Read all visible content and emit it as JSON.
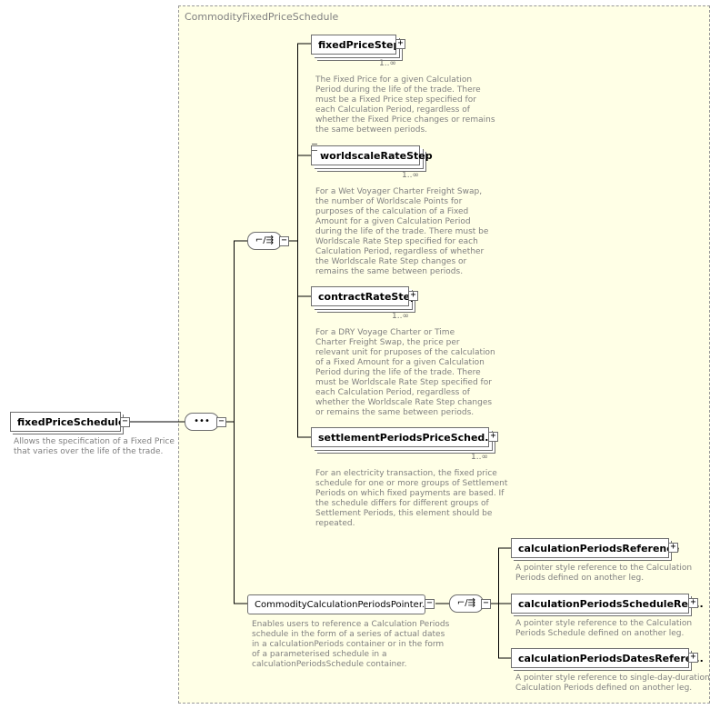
{
  "root": {
    "name": "fixedPriceSchedule",
    "annotation": "Allows the specification of a Fixed Price\nthat varies over the life of the trade."
  },
  "group": {
    "title": "CommodityFixedPriceSchedule"
  },
  "compositors": {
    "sequence_symbol": "•••",
    "choice_symbol": "⌐/⇶"
  },
  "fixed_price_choice": [
    {
      "name": "fixedPriceStep",
      "cardinality": "1..∞",
      "annotation": "The Fixed Price for a given Calculation\nPeriod during the life of the trade. There\nmust be a Fixed Price step specified for\neach Calculation Period, regardless of\nwhether the Fixed Price changes or remains\nthe same between periods."
    },
    {
      "name": "worldscaleRateStep",
      "cardinality": "1..∞",
      "annotation": "For a Wet Voyager Charter Freight Swap,\nthe number of Worldscale Points for\npurposes of the calculation of a Fixed\nAmount for a given Calculation Period\nduring the life of the trade. There must be\nWorldscale Rate Step specified for each\nCalculation Period, regardless of whether\nthe Worldscale Rate Step changes or\nremains the same between periods."
    },
    {
      "name": "contractRateStep",
      "cardinality": "1..∞",
      "annotation": "For a DRY Voyage Charter or Time\nCharter Freight Swap, the price per\nrelevant unit for pruposes of the calculation\nof a Fixed Amount for a given Calculation\nPeriod during the life of the trade. There\nmust be Worldscale Rate Step specified for\neach Calculation Period, regardless of\nwhether the Worldscale Rate Step changes\nor remains the same between periods."
    },
    {
      "name": "settlementPeriodsPriceSched...",
      "cardinality": "1..∞",
      "annotation": "For an electricity transaction, the fixed price\nschedule for one or more groups of Settlement\nPeriods on which fixed payments are based. If\nthe schedule differs for different groups of\nSettlement Periods, this element should be\nrepeated."
    }
  ],
  "pointer_group": {
    "name": "CommodityCalculationPeriodsPointer....",
    "annotation": "Enables users to reference a Calculation Periods\nschedule in the form of a series of actual dates\nin a calculationPeriods container or in the form\nof a parameterised schedule in a\ncalculationPeriodsSchedule container.",
    "items": [
      {
        "name": "calculationPeriodsReference",
        "annotation": "A pointer style reference to the Calculation\nPeriods defined on another leg."
      },
      {
        "name": "calculationPeriodsScheduleRef...",
        "annotation": "A pointer style reference to the Calculation\nPeriods Schedule defined on another leg."
      },
      {
        "name": "calculationPeriodsDatesRefere...",
        "annotation": "A pointer style reference to single-day-duration\nCalculation Periods defined on another leg."
      }
    ]
  },
  "icons": {
    "expand": "plus-box-icon",
    "collapse": "minus-box-icon"
  },
  "colors": {
    "group_fill": "#ffffe6",
    "border": "#6e6e6e",
    "annotation_text": "#808080"
  }
}
